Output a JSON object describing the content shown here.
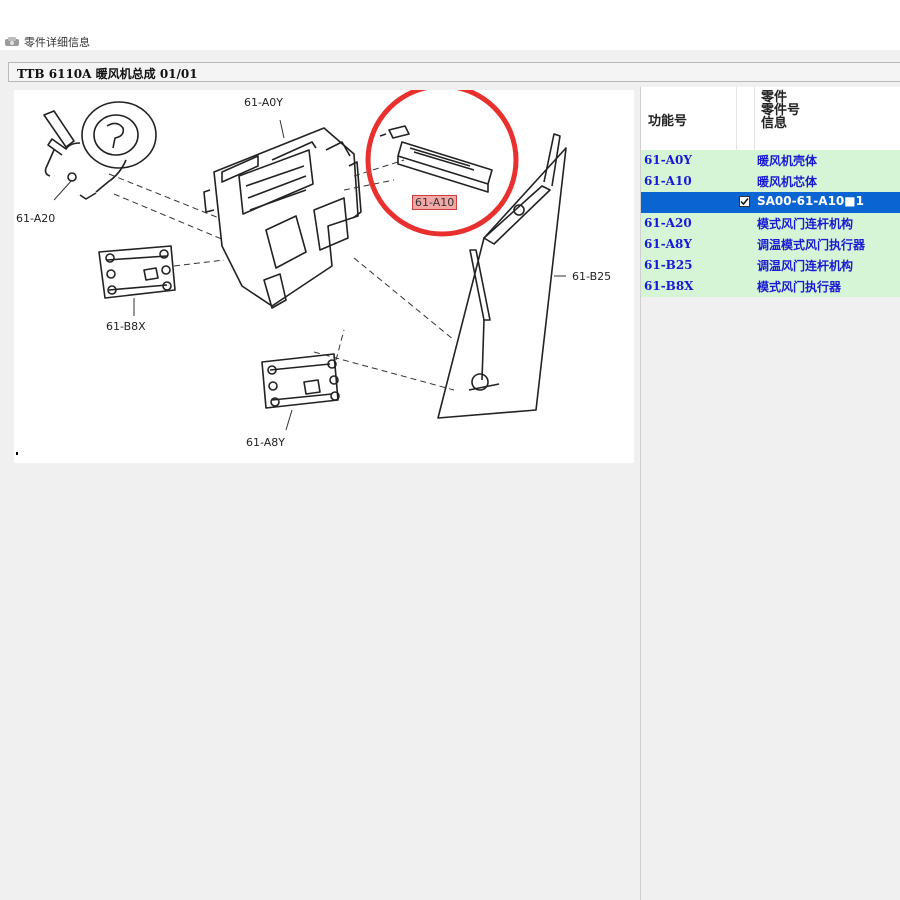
{
  "window": {
    "title": "零件详细信息",
    "icon": "window-app-icon"
  },
  "header": {
    "text": "TTB 6110A 暖风机总成 01/01"
  },
  "diagram": {
    "callouts": {
      "a0y": "61-A0Y",
      "a10": "61-A10",
      "a20": "61-A20",
      "b8x": "61-B8X",
      "a8y": "61-A8Y",
      "b25": "61-B25"
    },
    "highlight_color": "#e8312f"
  },
  "grid": {
    "columns": {
      "function_no": "功能号",
      "info_line1": "零件",
      "info_line2": "零件号",
      "info_line3": "信息"
    },
    "rows": [
      {
        "code": "61-A0Y",
        "name": "暖风机壳体"
      },
      {
        "code": "61-A10",
        "name": "暖风机芯体"
      },
      {
        "code": "",
        "name": "SA00-61-A10■1",
        "selected": true,
        "checked": true
      },
      {
        "code": "61-A20",
        "name": "模式风门连杆机构"
      },
      {
        "code": "61-A8Y",
        "name": "调温模式风门执行器"
      },
      {
        "code": "61-B25",
        "name": "调温风门连杆机构"
      },
      {
        "code": "61-B8X",
        "name": "模式风门执行器"
      }
    ],
    "row_color": "#d6f5d6",
    "selected_color": "#0a64d2",
    "text_color": "#1a1ad4"
  }
}
